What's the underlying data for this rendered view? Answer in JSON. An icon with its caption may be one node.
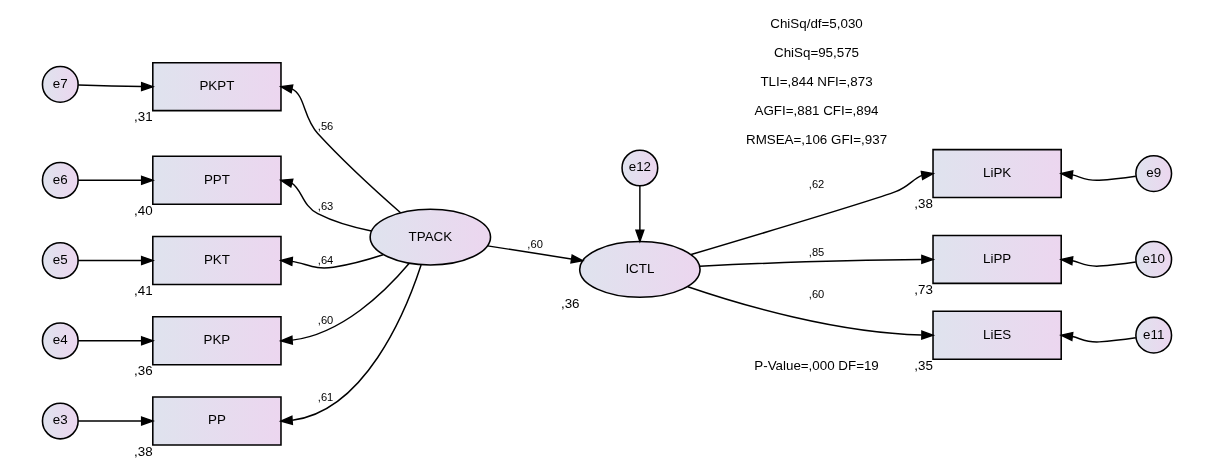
{
  "diagram": {
    "nodes": [
      {
        "text": [
          "e7"
        ]
      },
      {
        "text": [
          "PKPT"
        ],
        "beside": [
          ",31"
        ]
      },
      {
        "text": [
          "e6"
        ]
      },
      {
        "text": [
          "PPT"
        ],
        "beside": [
          ",40"
        ]
      },
      {
        "text": [
          "e5"
        ]
      },
      {
        "text": [
          "PKT"
        ],
        "beside": [
          ",41"
        ]
      },
      {
        "text": [
          "e4"
        ]
      },
      {
        "text": [
          "PKP"
        ],
        "beside": [
          ",36"
        ]
      },
      {
        "text": [
          "e3"
        ]
      },
      {
        "text": [
          "PP"
        ],
        "beside": [
          ",38"
        ]
      },
      {
        "text": [
          "TPACK"
        ]
      },
      {
        "text": [
          "e12"
        ]
      },
      {
        "text": [
          "ICTL"
        ],
        "beside": [
          ",36"
        ]
      },
      {
        "text": [
          "LiPK"
        ],
        "beside": [
          ",38"
        ]
      },
      {
        "text": [
          "e9"
        ]
      },
      {
        "text": [
          "LiPP"
        ],
        "beside": [
          ",73"
        ]
      },
      {
        "text": [
          "e10"
        ]
      },
      {
        "text": [
          "LiES"
        ],
        "beside": [
          ",35"
        ]
      },
      {
        "text": [
          "e11"
        ]
      }
    ],
    "edges": [
      {
        "from": 0,
        "to": 1,
        "arrow": "to"
      },
      {
        "from": 2,
        "to": 3,
        "arrow": "to"
      },
      {
        "from": 4,
        "to": 5,
        "arrow": "to"
      },
      {
        "from": 6,
        "to": 7,
        "arrow": "to"
      },
      {
        "from": 8,
        "to": 9,
        "arrow": "to"
      },
      {
        "from": 10,
        "to": 1,
        "arrow": "to",
        "label": ",56"
      },
      {
        "from": 10,
        "to": 3,
        "arrow": "to",
        "label": ",63"
      },
      {
        "from": 10,
        "to": 5,
        "arrow": "to",
        "label": ",64"
      },
      {
        "from": 10,
        "to": 7,
        "arrow": "to",
        "label": ",60"
      },
      {
        "from": 10,
        "to": 9,
        "arrow": "to",
        "label": ",61"
      },
      {
        "from": 10,
        "to": 12,
        "arrow": "to",
        "label": ",60"
      },
      {
        "from": 11,
        "to": 12,
        "arrow": "to"
      },
      {
        "from": 12,
        "to": 13,
        "arrow": "to",
        "label": ",62"
      },
      {
        "from": 12,
        "to": 15,
        "arrow": "to",
        "label": ",85"
      },
      {
        "from": 12,
        "to": 17,
        "arrow": "to",
        "label": ",60"
      },
      {
        "from": 14,
        "to": 13,
        "arrow": "to"
      },
      {
        "from": 16,
        "to": 15,
        "arrow": "to"
      },
      {
        "from": 18,
        "to": 17,
        "arrow": "to"
      }
    ],
    "labels": [
      "P-Value=,000 DF=19",
      "RMSEA=,106 GFI=,937",
      "AGFI=,881 CFI=,894",
      "TLI=,844 NFI=,873",
      "ChiSq=95,575",
      "ChiSq/df=5,030"
    ]
  }
}
